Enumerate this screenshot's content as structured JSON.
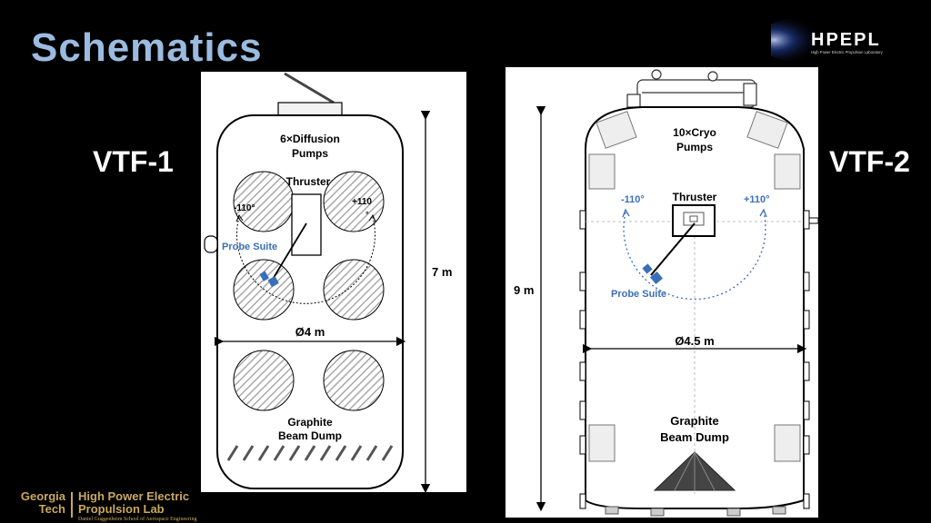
{
  "slide": {
    "title": "Schematics"
  },
  "logos": {
    "hpepl": "HPEPL",
    "hpepl_sub": "High Power Electric Propulsion Laboratory",
    "gt_line1": "Georgia",
    "gt_line2": "Tech",
    "lab_line1": "High Power Electric",
    "lab_line2": "Propulsion Lab",
    "school": "Daniel Guggenheim School of Aerospace Engineering"
  },
  "vtf1": {
    "label": "VTF-1",
    "pumps": "6×Diffusion",
    "pumps2": "Pumps",
    "thruster": "Thruster",
    "angle_left": "-110°",
    "angle_right": "+110",
    "angle_right_deg": "°",
    "probe": "Probe Suite",
    "diameter": "Ø4 m",
    "height": "7 m",
    "dump1": "Graphite",
    "dump2": "Beam Dump"
  },
  "vtf2": {
    "label": "VTF-2",
    "pumps": "10×Cryo",
    "pumps2": "Pumps",
    "thruster": "Thruster",
    "angle_left": "-110°",
    "angle_right": "+110°",
    "probe": "Probe Suite",
    "diameter": "Ø4.5 m",
    "height": "9 m",
    "dump1": "Graphite",
    "dump2": "Beam Dump"
  },
  "colors": {
    "title": "#9bbbe0",
    "probe_blue": "#3a6fb8",
    "gold": "#c9a860"
  }
}
